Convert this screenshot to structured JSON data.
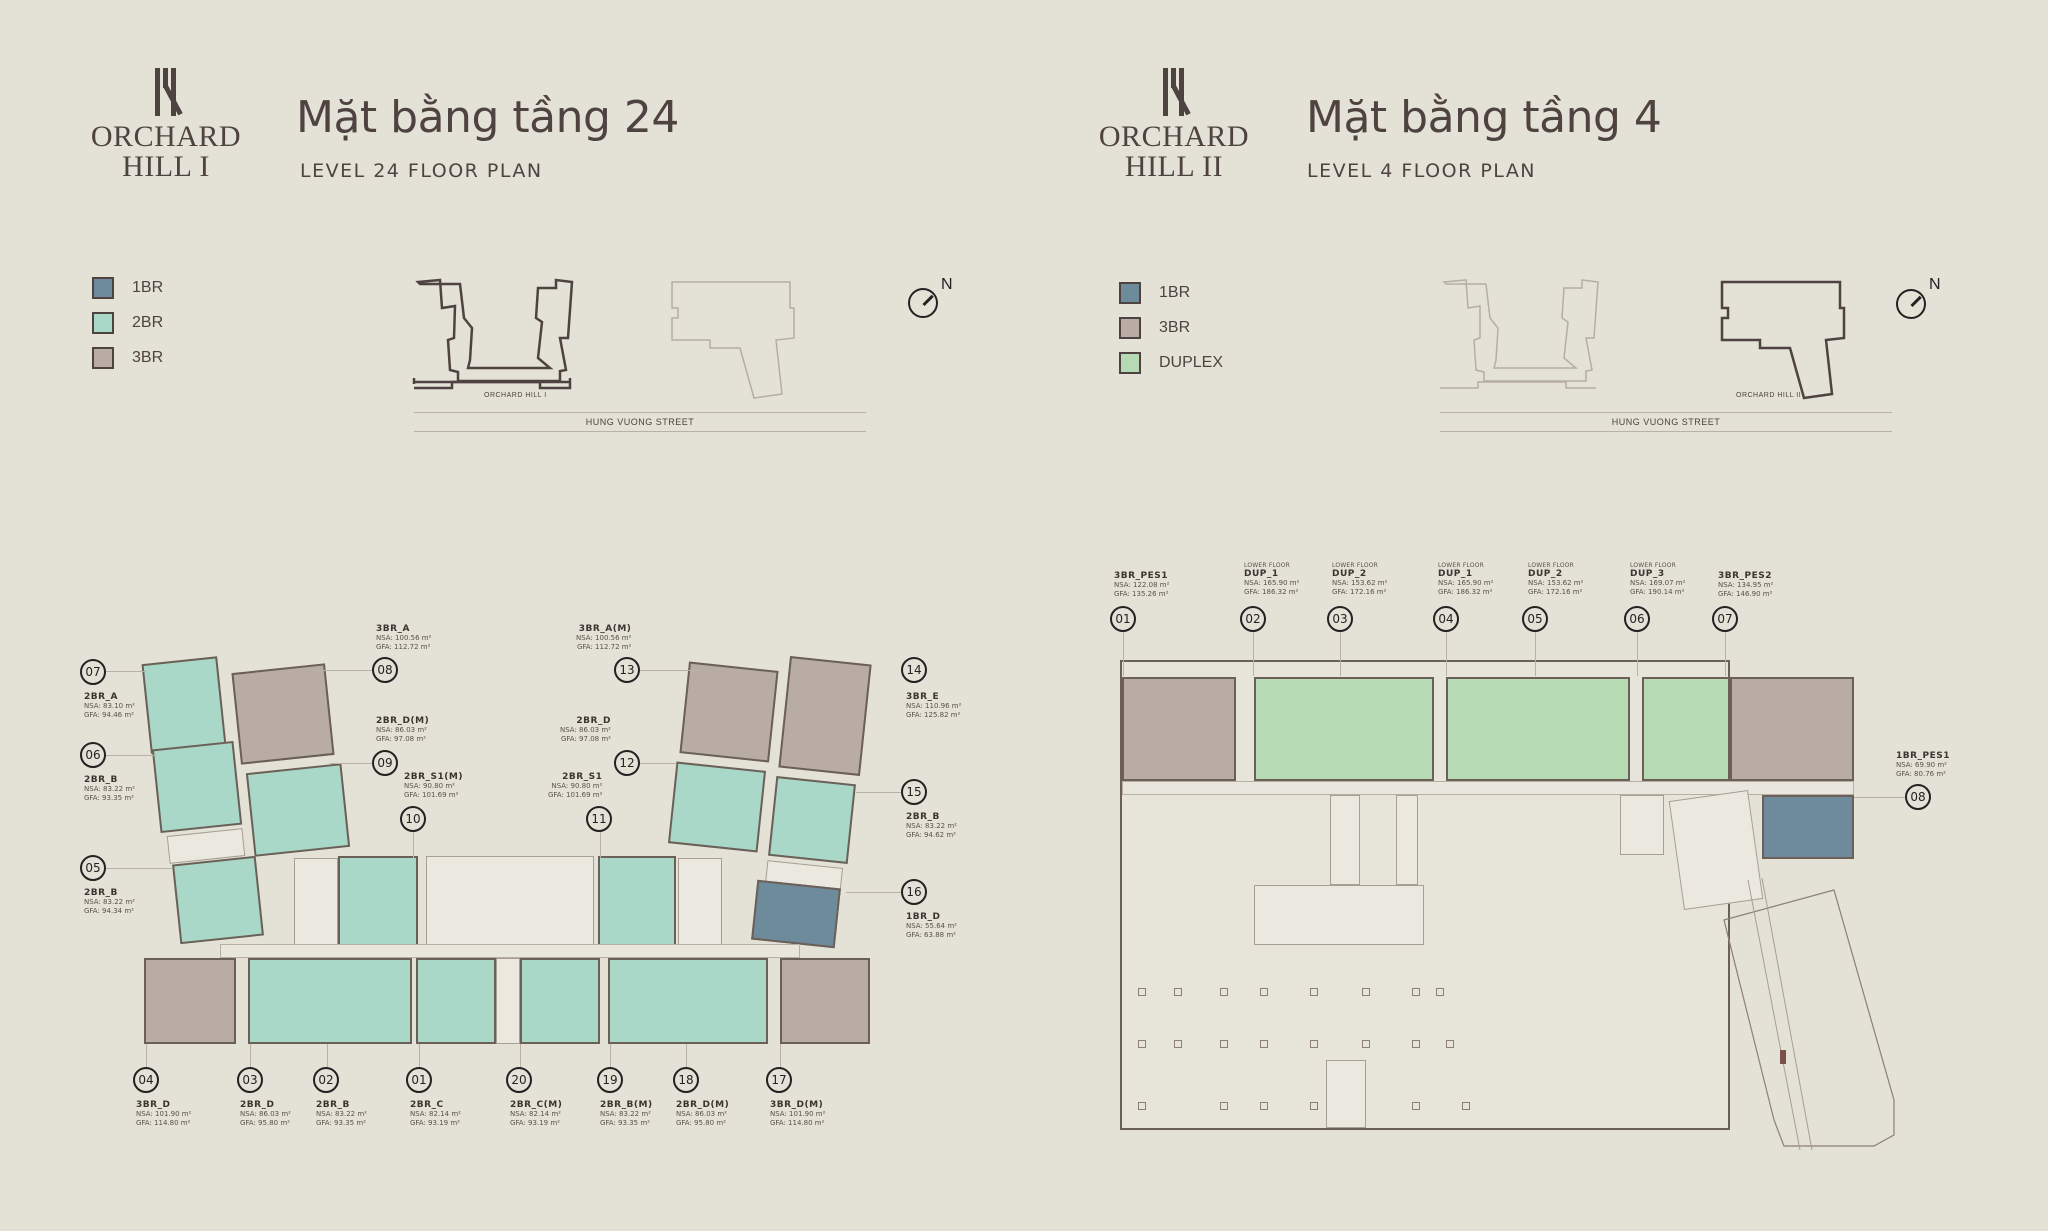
{
  "left": {
    "logo": {
      "line1": "ORCHARD",
      "line2": "HILL I"
    },
    "title": "Mặt bằng tầng 24",
    "subtitle": "LEVEL 24 FLOOR PLAN",
    "legend": [
      {
        "label": "1BR",
        "color": "#6e8b9c"
      },
      {
        "label": "2BR",
        "color": "#a9d8c8"
      },
      {
        "label": "3BR",
        "color": "#b8aca4"
      }
    ],
    "keyplan_caption": "ORCHARD HILL I",
    "street": "HUNG VUONG STREET",
    "compass": "N",
    "units": [
      {
        "no": "07",
        "type": "2BR_A",
        "nsa": "NSA: 83.10 m²",
        "gfa": "GFA: 94.46 m²"
      },
      {
        "no": "06",
        "type": "2BR_B",
        "nsa": "NSA: 83.22 m²",
        "gfa": "GFA: 93.35 m²"
      },
      {
        "no": "05",
        "type": "2BR_B",
        "nsa": "NSA: 83.22 m²",
        "gfa": "GFA: 94.34 m²"
      },
      {
        "no": "08",
        "type": "3BR_A",
        "nsa": "NSA: 100.56 m²",
        "gfa": "GFA: 112.72 m²"
      },
      {
        "no": "09",
        "type": "2BR_D(M)",
        "nsa": "NSA: 86.03 m²",
        "gfa": "GFA: 97.08 m²"
      },
      {
        "no": "10",
        "type": "2BR_S1(M)",
        "nsa": "NSA: 90.80 m²",
        "gfa": "GFA: 101.69 m²"
      },
      {
        "no": "11",
        "type": "2BR_S1",
        "nsa": "NSA: 90.80 m²",
        "gfa": "GFA: 101.69 m²"
      },
      {
        "no": "12",
        "type": "2BR_D",
        "nsa": "NSA: 86.03 m²",
        "gfa": "GFA: 97.08 m²"
      },
      {
        "no": "13",
        "type": "3BR_A(M)",
        "nsa": "NSA: 100.56 m²",
        "gfa": "GFA: 112.72 m²"
      },
      {
        "no": "14",
        "type": "3BR_E",
        "nsa": "NSA: 110.96 m²",
        "gfa": "GFA: 125.82 m²"
      },
      {
        "no": "15",
        "type": "2BR_B",
        "nsa": "NSA: 83.22 m²",
        "gfa": "GFA: 94.62 m²"
      },
      {
        "no": "16",
        "type": "1BR_D",
        "nsa": "NSA: 55.64 m²",
        "gfa": "GFA: 63.88 m²"
      },
      {
        "no": "04",
        "type": "3BR_D",
        "nsa": "NSA: 101.90 m²",
        "gfa": "GFA: 114.80 m²"
      },
      {
        "no": "03",
        "type": "2BR_D",
        "nsa": "NSA: 86.03 m²",
        "gfa": "GFA: 95.80 m²"
      },
      {
        "no": "02",
        "type": "2BR_B",
        "nsa": "NSA: 83.22 m²",
        "gfa": "GFA: 93.35 m²"
      },
      {
        "no": "01",
        "type": "2BR_C",
        "nsa": "NSA: 82.14 m²",
        "gfa": "GFA: 93.19 m²"
      },
      {
        "no": "20",
        "type": "2BR_C(M)",
        "nsa": "NSA: 82.14 m²",
        "gfa": "GFA: 93.19 m²"
      },
      {
        "no": "19",
        "type": "2BR_B(M)",
        "nsa": "NSA: 83.22 m²",
        "gfa": "GFA: 93.35 m²"
      },
      {
        "no": "18",
        "type": "2BR_D(M)",
        "nsa": "NSA: 86.03 m²",
        "gfa": "GFA: 95.80 m²"
      },
      {
        "no": "17",
        "type": "3BR_D(M)",
        "nsa": "NSA: 101.90 m²",
        "gfa": "GFA: 114.80 m²"
      }
    ]
  },
  "right": {
    "logo": {
      "line1": "ORCHARD",
      "line2": "HILL II"
    },
    "title": "Mặt bằng tầng 4",
    "subtitle": "LEVEL 4 FLOOR PLAN",
    "legend": [
      {
        "label": "1BR",
        "color": "#6e8b9c"
      },
      {
        "label": "3BR",
        "color": "#b8aca4"
      },
      {
        "label": "DUPLEX",
        "color": "#b6dbb4"
      }
    ],
    "keyplan_caption": "ORCHARD HILL II",
    "street": "HUNG VUONG STREET",
    "compass": "N",
    "units": [
      {
        "no": "01",
        "note": "",
        "type": "3BR_PES1",
        "nsa": "NSA: 122.08 m²",
        "gfa": "GFA: 135.26 m²"
      },
      {
        "no": "02",
        "note": "LOWER FLOOR",
        "type": "DUP_1",
        "nsa": "NSA: 165.90 m²",
        "gfa": "GFA: 186.32 m²"
      },
      {
        "no": "03",
        "note": "LOWER FLOOR",
        "type": "DUP_2",
        "nsa": "NSA: 153.62 m²",
        "gfa": "GFA: 172.16 m²"
      },
      {
        "no": "04",
        "note": "LOWER FLOOR",
        "type": "DUP_1",
        "nsa": "NSA: 165.90 m²",
        "gfa": "GFA: 186.32 m²"
      },
      {
        "no": "05",
        "note": "LOWER FLOOR",
        "type": "DUP_2",
        "nsa": "NSA: 153.62 m²",
        "gfa": "GFA: 172.16 m²"
      },
      {
        "no": "06",
        "note": "LOWER FLOOR",
        "type": "DUP_3",
        "nsa": "NSA: 169.07 m²",
        "gfa": "GFA: 190.14 m²"
      },
      {
        "no": "07",
        "note": "",
        "type": "3BR_PES2",
        "nsa": "NSA: 134.95 m²",
        "gfa": "GFA: 146.90 m²"
      },
      {
        "no": "08",
        "note": "",
        "type": "1BR_PES1",
        "nsa": "NSA: 69.90 m²",
        "gfa": "GFA: 80.76 m²"
      }
    ]
  }
}
